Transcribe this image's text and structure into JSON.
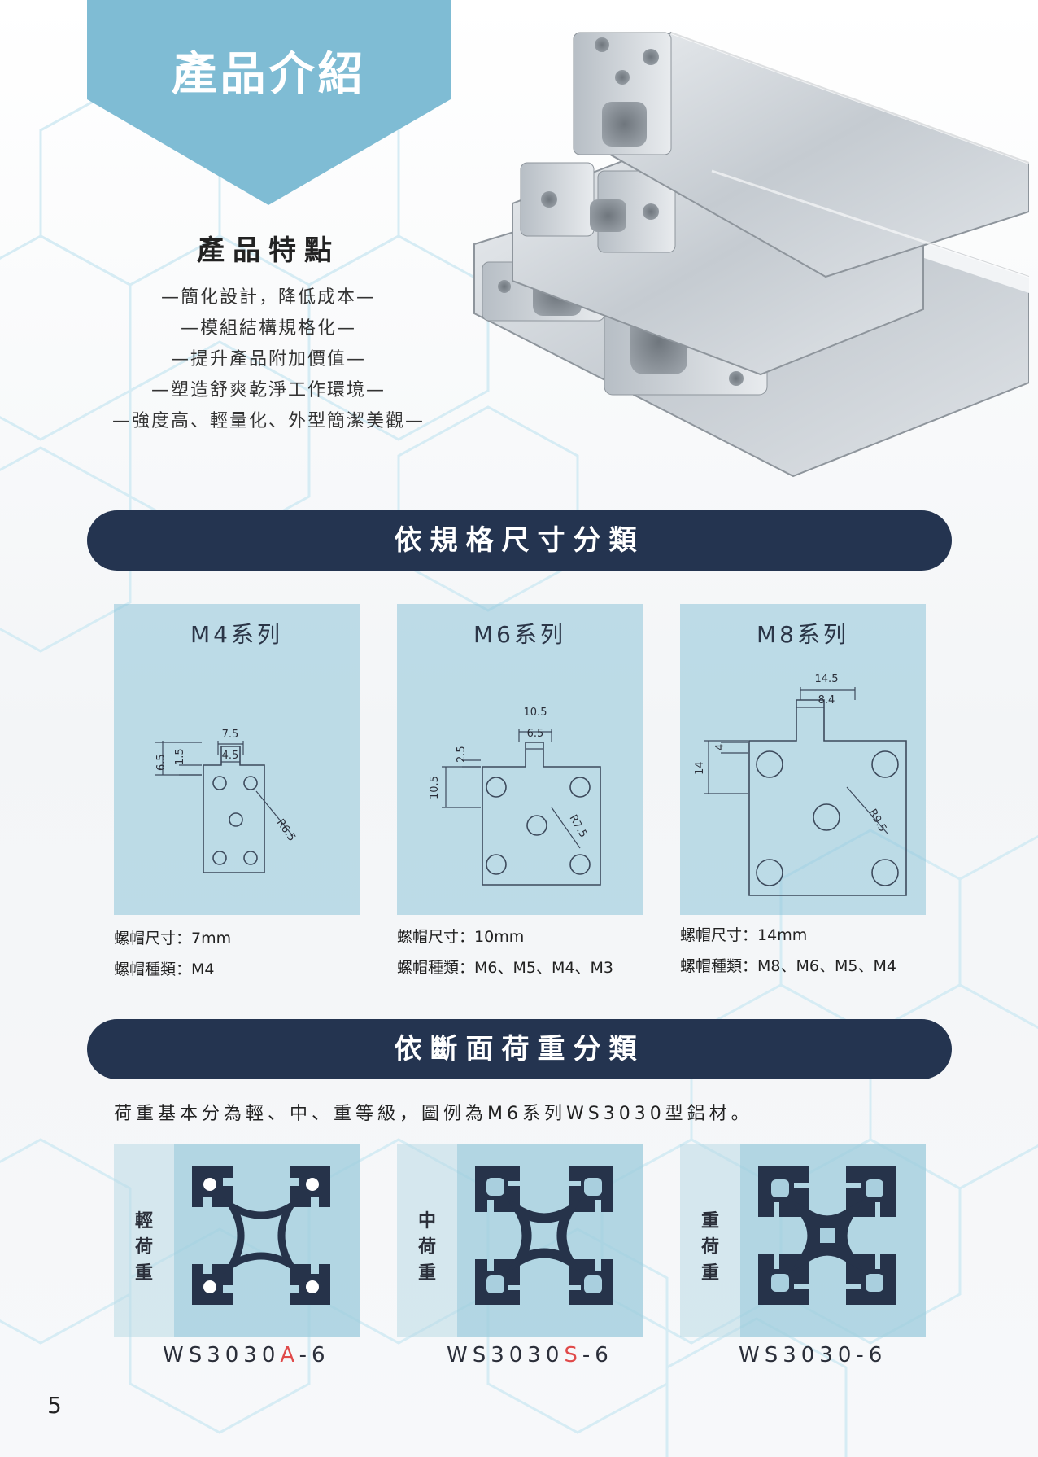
{
  "header": {
    "title": "產品介紹"
  },
  "features": {
    "heading": "產品特點",
    "items": [
      "—簡化設計，降低成本—",
      "—模組結構規格化—",
      "—提升產品附加價值—",
      "—塑造舒爽乾淨工作環境—",
      "—強度高、輕量化、外型簡潔美觀—"
    ]
  },
  "size_section": {
    "title": "依規格尺寸分類",
    "cards": [
      {
        "name": "M4系列",
        "dims": {
          "w_outer": "7.5",
          "w_inner": "4.5",
          "h_slot": "1.5",
          "h_total": "6.5",
          "radius": "R6.5"
        },
        "nut_size_label": "螺帽尺寸：",
        "nut_size": "7mm",
        "nut_type_label": "螺帽種類：",
        "nut_type": "M4"
      },
      {
        "name": "M6系列",
        "dims": {
          "w_outer": "10.5",
          "w_inner": "6.5",
          "h_slot": "2.5",
          "h_total": "10.5",
          "radius": "R7.5"
        },
        "nut_size_label": "螺帽尺寸：",
        "nut_size": "10mm",
        "nut_type_label": "螺帽種類：",
        "nut_type": "M6、M5、M4、M3"
      },
      {
        "name": "M8系列",
        "dims": {
          "w_outer": "14.5",
          "w_inner": "8.4",
          "h_slot": "4",
          "h_total": "14",
          "radius": "R9.5"
        },
        "nut_size_label": "螺帽尺寸：",
        "nut_size": "14mm",
        "nut_type_label": "螺帽種類：",
        "nut_type": "M8、M6、M5、M4"
      }
    ]
  },
  "load_section": {
    "title": "依斷面荷重分類",
    "intro": "荷重基本分為輕、中、重等級，圖例為M6系列WS3030型鋁材。",
    "cards": [
      {
        "label_chars": [
          "輕",
          "荷",
          "重"
        ],
        "model_prefix": "WS3030",
        "model_accent": "A",
        "model_suffix": "-6"
      },
      {
        "label_chars": [
          "中",
          "荷",
          "重"
        ],
        "model_prefix": "WS3030",
        "model_accent": "S",
        "model_suffix": "-6"
      },
      {
        "label_chars": [
          "重",
          "荷",
          "重"
        ],
        "model_prefix": "WS3030",
        "model_accent": "",
        "model_suffix": "-6"
      }
    ]
  },
  "footer": {
    "page_number": "5"
  },
  "colors": {
    "badge": "#7fbcd4",
    "bar": "#243450",
    "card": "#a8d0e0",
    "accent": "#e04a4a",
    "profile": "#26334a"
  }
}
